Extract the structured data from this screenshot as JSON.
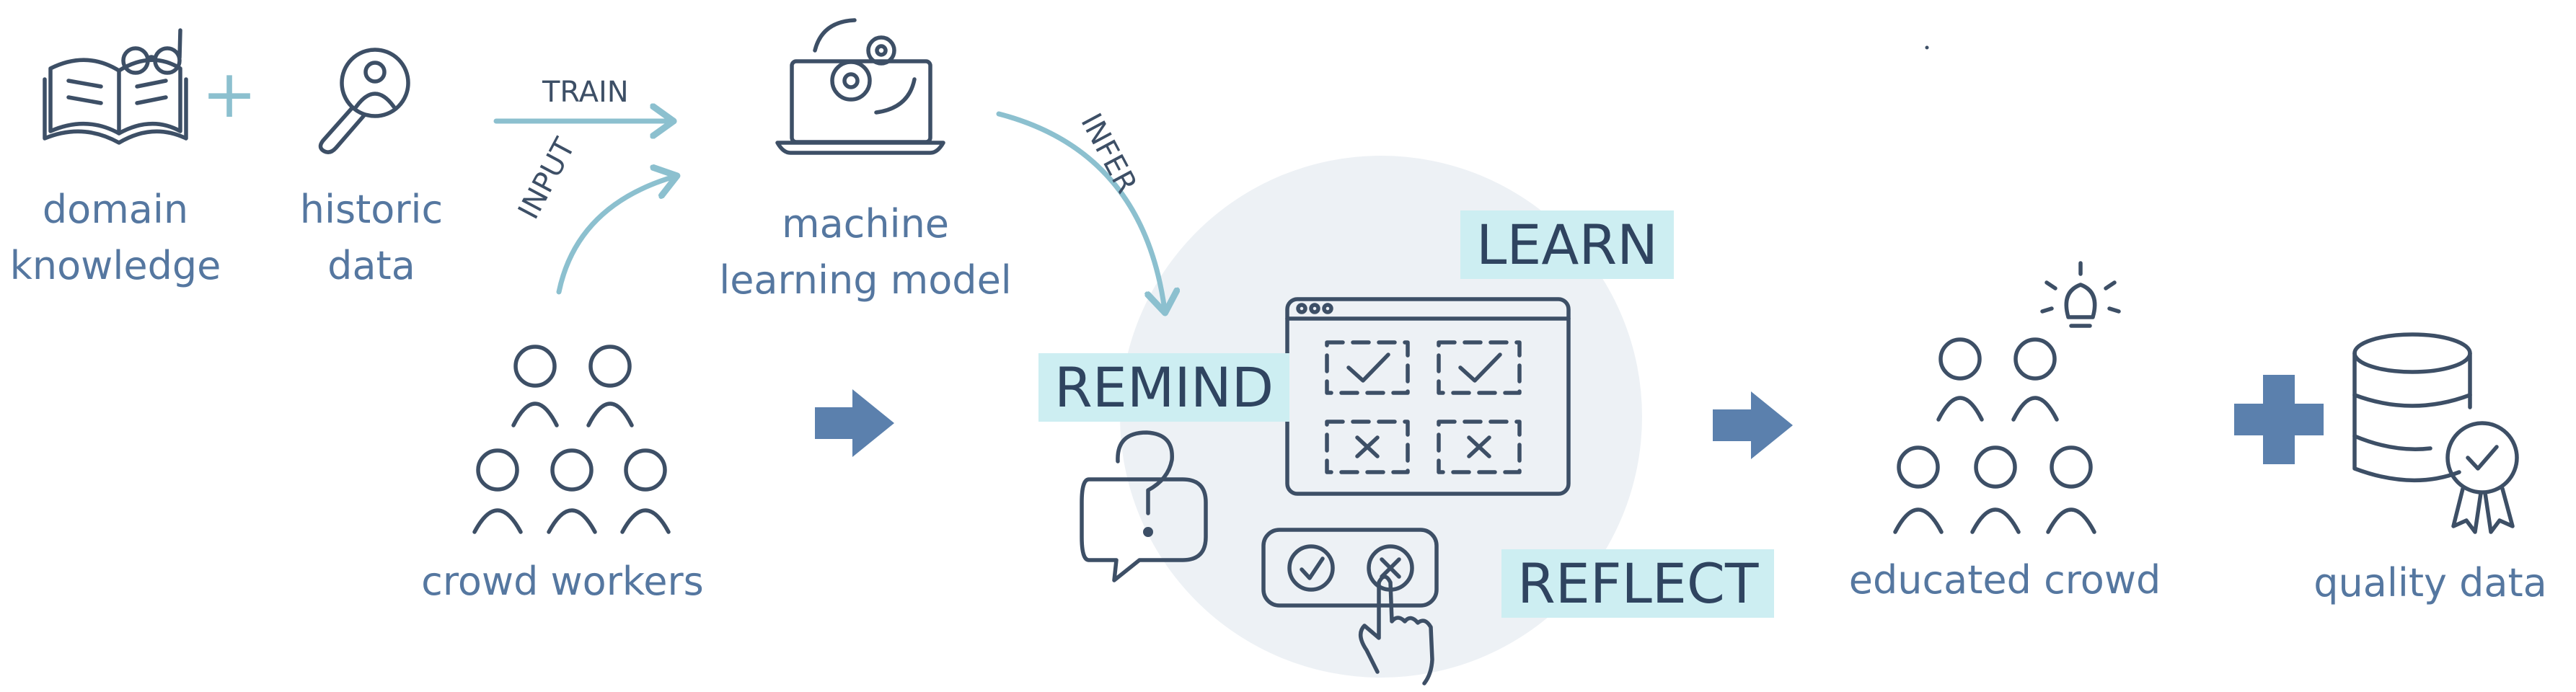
{
  "labels": {
    "domain_knowledge_line1": "domain",
    "domain_knowledge_line2": "knowledge",
    "historic_data_line1": "historic",
    "historic_data_line2": "data",
    "ml_model_line1": "machine",
    "ml_model_line2": "learning model",
    "crowd_workers": "crowd workers",
    "educated_crowd": "educated crowd",
    "quality_data": "quality data"
  },
  "arrow_labels": {
    "train": "TRAIN",
    "input": "INPUT",
    "infer": "INFER"
  },
  "stages": {
    "learn": "LEARN",
    "remind": "REMIND",
    "reflect": "REFLECT"
  },
  "symbols": {
    "plus_small": "+"
  },
  "icons": [
    "book-glasses-icon",
    "magnifier-person-icon",
    "laptop-gears-icon",
    "crowd-icon",
    "quiz-window-icon",
    "question-bubble-icon",
    "yes-no-buttons-icon",
    "pointing-hand-icon",
    "lightbulb-icon",
    "database-badge-icon"
  ],
  "colors": {
    "ink": "#3d4f66",
    "label_blue": "#5577a0",
    "arrow_teal": "#8cc0cf",
    "block_arrow": "#5b80ad",
    "highlight": "#cdeef2",
    "circle": "#edf1f5"
  }
}
